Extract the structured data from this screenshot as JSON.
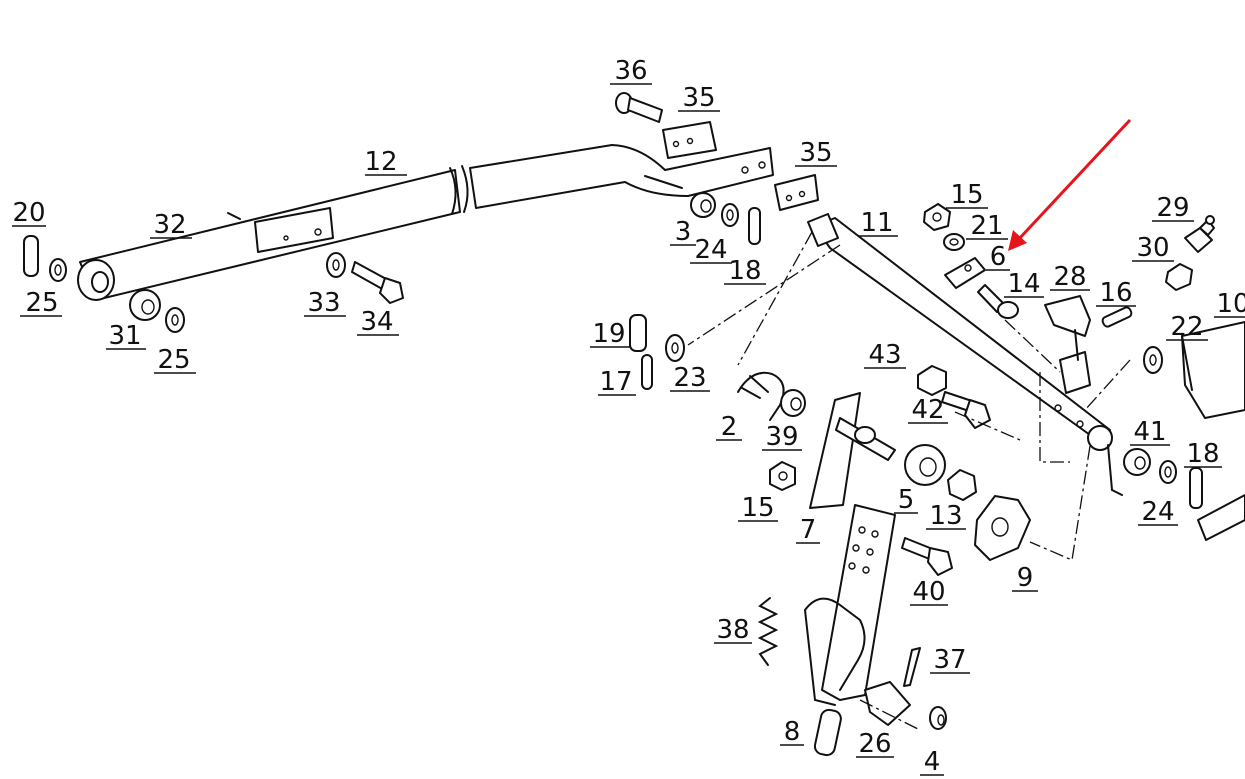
{
  "diagram": {
    "labels": [
      {
        "id": "p36",
        "text": "36"
      },
      {
        "id": "p35a",
        "text": "35"
      },
      {
        "id": "p35b",
        "text": "35"
      },
      {
        "id": "p12",
        "text": "12"
      },
      {
        "id": "p20",
        "text": "20"
      },
      {
        "id": "p32",
        "text": "32"
      },
      {
        "id": "p25a",
        "text": "25"
      },
      {
        "id": "p31",
        "text": "31"
      },
      {
        "id": "p25b",
        "text": "25"
      },
      {
        "id": "p33",
        "text": "33"
      },
      {
        "id": "p34",
        "text": "34"
      },
      {
        "id": "p3",
        "text": "3"
      },
      {
        "id": "p24a",
        "text": "24"
      },
      {
        "id": "p18a",
        "text": "18"
      },
      {
        "id": "p11",
        "text": "11"
      },
      {
        "id": "p15a",
        "text": "15"
      },
      {
        "id": "p21",
        "text": "21"
      },
      {
        "id": "p6",
        "text": "6"
      },
      {
        "id": "p14",
        "text": "14"
      },
      {
        "id": "p28",
        "text": "28"
      },
      {
        "id": "p16",
        "text": "16"
      },
      {
        "id": "p29",
        "text": "29"
      },
      {
        "id": "p30",
        "text": "30"
      },
      {
        "id": "p10",
        "text": "10"
      },
      {
        "id": "p22",
        "text": "22"
      },
      {
        "id": "p19",
        "text": "19"
      },
      {
        "id": "p17",
        "text": "17"
      },
      {
        "id": "p23",
        "text": "23"
      },
      {
        "id": "p43",
        "text": "43"
      },
      {
        "id": "p42",
        "text": "42"
      },
      {
        "id": "p2",
        "text": "2"
      },
      {
        "id": "p39",
        "text": "39"
      },
      {
        "id": "p41",
        "text": "41"
      },
      {
        "id": "p18b",
        "text": "18"
      },
      {
        "id": "p24b",
        "text": "24"
      },
      {
        "id": "p15b",
        "text": "15"
      },
      {
        "id": "p7",
        "text": "7"
      },
      {
        "id": "p5",
        "text": "5"
      },
      {
        "id": "p13",
        "text": "13"
      },
      {
        "id": "p9",
        "text": "9"
      },
      {
        "id": "p40",
        "text": "40"
      },
      {
        "id": "p38",
        "text": "38"
      },
      {
        "id": "p37",
        "text": "37"
      },
      {
        "id": "p8",
        "text": "8"
      },
      {
        "id": "p26",
        "text": "26"
      },
      {
        "id": "p4",
        "text": "4"
      }
    ],
    "arrow": {
      "color": "#e8141b",
      "points_to": "6"
    }
  }
}
